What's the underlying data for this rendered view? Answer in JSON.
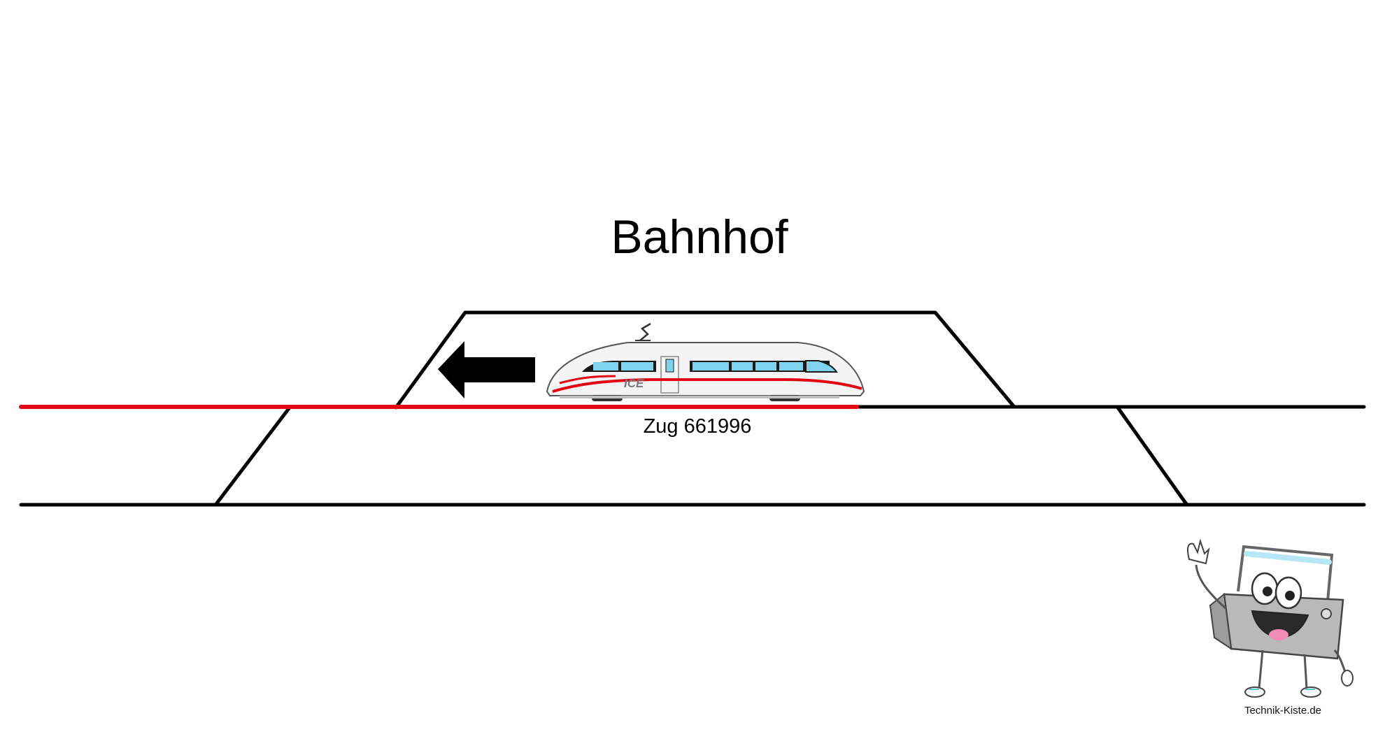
{
  "station": {
    "title": "Bahnhof"
  },
  "train": {
    "label": "Zug 661996",
    "badge": "ICE",
    "direction": "left"
  },
  "mascot": {
    "caption": "Technik-Kiste.de"
  },
  "colors": {
    "track": "#000000",
    "occupied_track": "#e30613",
    "arrow": "#000000",
    "train_body": "#f4f4f4",
    "train_stripe": "#e30613",
    "train_window": "#7fd3ec",
    "mascot_box": "#b9b9b9"
  },
  "icons": {
    "direction_arrow": "arrow-left-icon",
    "train": "ice-train-icon",
    "mascot": "toolbox-mascot-icon"
  }
}
